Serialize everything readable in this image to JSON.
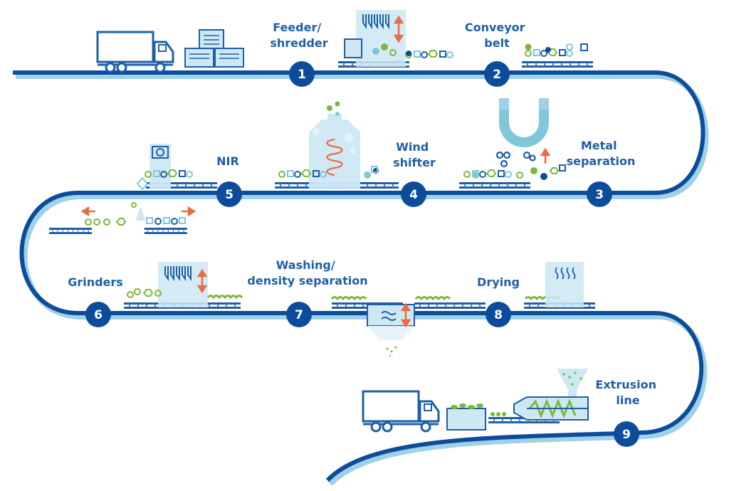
{
  "colors": {
    "path": "#0d4c9b",
    "path_shadow": "#9fd1e8",
    "ink": "#1f5fa8",
    "light_blue": "#cde8f3",
    "pale_blue": "#e6f3f9",
    "green": "#7ab83a",
    "orange": "#e96d43",
    "teal": "#7fc7d9"
  },
  "steps": [
    {
      "number": "1",
      "label_lines": [
        "Feeder/",
        "shredder"
      ]
    },
    {
      "number": "2",
      "label_lines": [
        "Conveyor",
        "belt"
      ]
    },
    {
      "number": "3",
      "label_lines": [
        "Metal",
        "separation"
      ]
    },
    {
      "number": "4",
      "label_lines": [
        "Wind",
        "shifter"
      ]
    },
    {
      "number": "5",
      "label_lines": [
        "NIR"
      ]
    },
    {
      "number": "6",
      "label_lines": [
        "Grinders"
      ]
    },
    {
      "number": "7",
      "label_lines": [
        "Washing/",
        "density separation"
      ]
    },
    {
      "number": "8",
      "label_lines": [
        "Drying"
      ]
    },
    {
      "number": "9",
      "label_lines": [
        "Extrusion",
        "line"
      ]
    }
  ],
  "icons": [
    "truck-icon",
    "bale-icon",
    "shredder-icon",
    "magnet-icon",
    "air-classifier-icon",
    "nir-sensor-icon",
    "grinder-icon",
    "washing-tank-icon",
    "dryer-icon",
    "extruder-icon"
  ]
}
